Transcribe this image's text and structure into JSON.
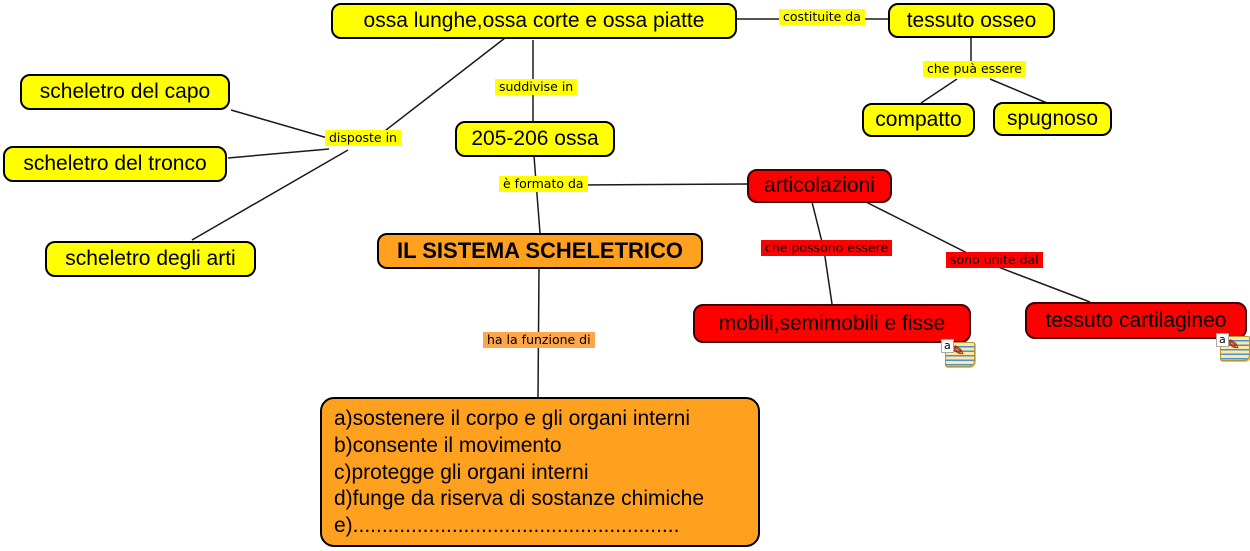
{
  "colors": {
    "node_yellow": "#FFFF00",
    "node_red": "#FF0000",
    "node_orange": "#FFA01E",
    "label_yellow_bg": "#FFFF00",
    "label_orange_bg": "#FFA64D",
    "label_red_bg": "#FF0000",
    "connector_line": "#1a1a1a"
  },
  "nodes": {
    "ossa_tipi": {
      "label": "ossa lunghe,ossa corte e ossa piatte"
    },
    "tessuto_osseo": {
      "label": "tessuto osseo"
    },
    "compatto": {
      "label": "compatto"
    },
    "spugnoso": {
      "label": "spugnoso"
    },
    "scheletro_capo": {
      "label": "scheletro del capo"
    },
    "scheletro_tronco": {
      "label": "scheletro del tronco"
    },
    "scheletro_arti": {
      "label": "scheletro degli arti"
    },
    "ossa_205": {
      "label": "205-206 ossa"
    },
    "sistema": {
      "label": "IL SISTEMA SCHELETRICO"
    },
    "articolazioni": {
      "label": "articolazioni"
    },
    "mobili": {
      "label": "mobili,semimobili e fisse"
    },
    "cartilagineo": {
      "label": "tessuto cartilagineo"
    },
    "funzioni": {
      "lines": [
        "a)sostenere il corpo e gli organi interni",
        "b)consente il movimento",
        "c)protegge gli organi interni",
        "d)funge da riserva di sostanze chimiche",
        "e)........................................................"
      ]
    }
  },
  "link_labels": {
    "costituite_da": "costituite da",
    "che_pua_essere": "che puà essere",
    "disposte_in": "disposte in",
    "suddivise_in": "suddivise in",
    "e_formato_da": "è formato da",
    "ha_la_funzione_di": "ha la funzione di",
    "che_possono_essere": "che possono essere",
    "sono_unite_dal": "sono unite dal"
  },
  "icons": {
    "annotation": {
      "name": "text-annotation",
      "letter": "a"
    }
  }
}
